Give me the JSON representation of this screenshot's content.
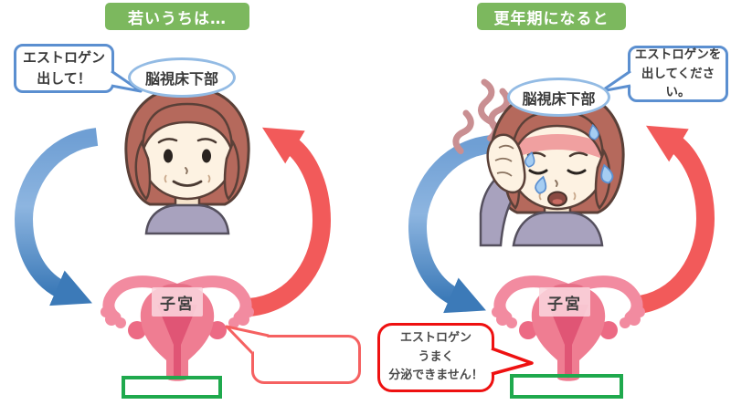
{
  "left_panel": {
    "title": "若いうちは…",
    "request_bubble": {
      "line1": "エストロゲン",
      "line2": "出して！"
    },
    "hypothalamus_label": "脳視床下部",
    "uterus_label": "子宮",
    "response_bubble": {
      "text": ""
    }
  },
  "right_panel": {
    "title": "更年期になると",
    "request_bubble": {
      "line1": "エストロゲンを",
      "line2": "出してください。"
    },
    "hypothalamus_label": "脳視床下部",
    "uterus_label": "子宮",
    "response_bubble": {
      "line1": "エストロゲン",
      "line2": "うまく",
      "line3": "分泌できません！"
    }
  },
  "colors": {
    "title_background": "#7cb85e",
    "title_text": "#ffffff",
    "speech_bubble_border_blue": "#5b8fd0",
    "hypothalamus_border_blue": "#93bbe4",
    "response_bubble_border_left": "#f56161",
    "response_bubble_border_right": "#ee1111",
    "green_box_border": "#1fa94d",
    "arrow_blue_dark": "#3c7ab8",
    "arrow_blue_light": "#8db5e0",
    "arrow_red": "#f25a5a",
    "hot_flash_squiggle": "#c98f92",
    "sweat_drop_fill": "#a5cdf2",
    "uterus_pink": "#ef7d92",
    "uterus_dark_pink": "#e05575",
    "text_dark": "#3a3a3a"
  }
}
